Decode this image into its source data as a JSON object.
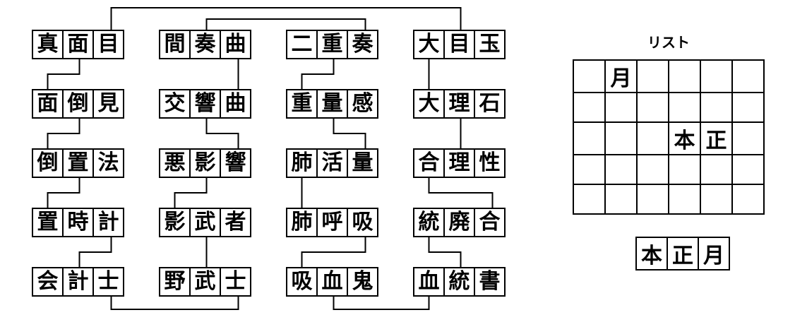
{
  "list": {
    "title": "リスト",
    "grid": {
      "rows": 5,
      "cols": 6,
      "filled": [
        {
          "row": 0,
          "col": 1,
          "char": "月"
        },
        {
          "row": 2,
          "col": 3,
          "char": "本"
        },
        {
          "row": 2,
          "col": 4,
          "char": "正"
        }
      ]
    },
    "answer": [
      "本",
      "正",
      "月"
    ]
  },
  "puzzle": {
    "words": [
      {
        "text": "真面目",
        "col": 0,
        "row": 0
      },
      {
        "text": "面倒見",
        "col": 0,
        "row": 1
      },
      {
        "text": "倒置法",
        "col": 0,
        "row": 2
      },
      {
        "text": "置時計",
        "col": 0,
        "row": 3
      },
      {
        "text": "会計士",
        "col": 0,
        "row": 4
      },
      {
        "text": "間奏曲",
        "col": 1,
        "row": 0
      },
      {
        "text": "交響曲",
        "col": 1,
        "row": 1
      },
      {
        "text": "悪影響",
        "col": 1,
        "row": 2
      },
      {
        "text": "影武者",
        "col": 1,
        "row": 3
      },
      {
        "text": "野武士",
        "col": 1,
        "row": 4
      },
      {
        "text": "二重奏",
        "col": 2,
        "row": 0
      },
      {
        "text": "重量感",
        "col": 2,
        "row": 1
      },
      {
        "text": "肺活量",
        "col": 2,
        "row": 2
      },
      {
        "text": "肺呼吸",
        "col": 2,
        "row": 3
      },
      {
        "text": "吸血鬼",
        "col": 2,
        "row": 4
      },
      {
        "text": "大目玉",
        "col": 3,
        "row": 0
      },
      {
        "text": "大理石",
        "col": 3,
        "row": 1
      },
      {
        "text": "合理性",
        "col": 3,
        "row": 2
      },
      {
        "text": "統廃合",
        "col": 3,
        "row": 3
      },
      {
        "text": "血統書",
        "col": 3,
        "row": 4
      }
    ],
    "connections": [
      {
        "from": 0,
        "fromCell": 2,
        "to": 15,
        "toCell": 1,
        "via": "top",
        "level": 11,
        "shared": "目"
      },
      {
        "from": 5,
        "fromCell": 1,
        "to": 10,
        "toCell": 2,
        "via": "top",
        "level": 27,
        "shared": "奏"
      },
      {
        "from": 0,
        "fromCell": 1,
        "to": 1,
        "toCell": 0,
        "via": "mid",
        "shared": "面"
      },
      {
        "from": 5,
        "fromCell": 2,
        "to": 6,
        "toCell": 2,
        "via": "mid",
        "shared": "曲"
      },
      {
        "from": 10,
        "fromCell": 1,
        "to": 11,
        "toCell": 0,
        "via": "mid",
        "shared": "重"
      },
      {
        "from": 15,
        "fromCell": 0,
        "to": 16,
        "toCell": 0,
        "via": "mid",
        "shared": "大"
      },
      {
        "from": 1,
        "fromCell": 1,
        "to": 2,
        "toCell": 0,
        "via": "mid",
        "shared": "倒"
      },
      {
        "from": 6,
        "fromCell": 1,
        "to": 7,
        "toCell": 2,
        "via": "mid",
        "shared": "響"
      },
      {
        "from": 11,
        "fromCell": 1,
        "to": 12,
        "toCell": 2,
        "via": "mid",
        "shared": "量"
      },
      {
        "from": 16,
        "fromCell": 1,
        "to": 17,
        "toCell": 1,
        "via": "mid",
        "shared": "理"
      },
      {
        "from": 2,
        "fromCell": 1,
        "to": 3,
        "toCell": 0,
        "via": "mid",
        "shared": "置"
      },
      {
        "from": 7,
        "fromCell": 1,
        "to": 8,
        "toCell": 0,
        "via": "mid",
        "shared": "影"
      },
      {
        "from": 12,
        "fromCell": 0,
        "to": 13,
        "toCell": 0,
        "via": "mid",
        "shared": "肺"
      },
      {
        "from": 17,
        "fromCell": 0,
        "to": 18,
        "toCell": 2,
        "via": "mid",
        "shared": "合"
      },
      {
        "from": 3,
        "fromCell": 2,
        "to": 4,
        "toCell": 1,
        "via": "mid",
        "shared": "計"
      },
      {
        "from": 8,
        "fromCell": 1,
        "to": 9,
        "toCell": 1,
        "via": "mid",
        "shared": "武"
      },
      {
        "from": 13,
        "fromCell": 2,
        "to": 14,
        "toCell": 0,
        "via": "mid",
        "shared": "吸"
      },
      {
        "from": 18,
        "fromCell": 0,
        "to": 19,
        "toCell": 1,
        "via": "mid",
        "shared": "統"
      },
      {
        "from": 4,
        "fromCell": 2,
        "to": 9,
        "toCell": 2,
        "via": "bottom",
        "level": 438,
        "shared": "士"
      },
      {
        "from": 14,
        "fromCell": 1,
        "to": 19,
        "toCell": 0,
        "via": "bottom",
        "level": 438,
        "shared": "血"
      }
    ]
  },
  "colors": {
    "line": "#000000",
    "background": "#ffffff",
    "text": "#000000"
  }
}
